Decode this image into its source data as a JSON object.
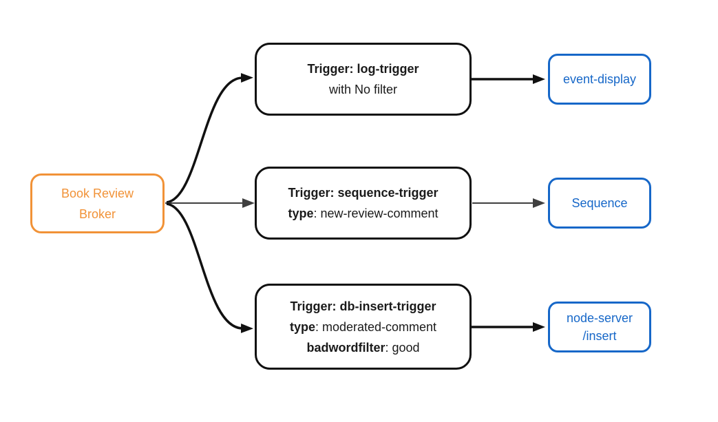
{
  "broker": {
    "lines": [
      "Book Review",
      "Broker"
    ]
  },
  "rows": [
    {
      "trigger": {
        "title": "Trigger: log-trigger",
        "details": [
          {
            "key": "",
            "value": "with No filter"
          }
        ]
      },
      "sink": {
        "lines": [
          "event-display",
          ""
        ]
      }
    },
    {
      "trigger": {
        "title": "Trigger: sequence-trigger",
        "details": [
          {
            "key": "type",
            "value": ": new-review-comment"
          }
        ]
      },
      "sink": {
        "lines": [
          "Sequence",
          ""
        ]
      }
    },
    {
      "trigger": {
        "title": "Trigger: db-insert-trigger",
        "details": [
          {
            "key": "type",
            "value": ": moderated-comment"
          },
          {
            "key": "badwordfilter",
            "value": ": good"
          }
        ]
      },
      "sink": {
        "lines": [
          "node-server",
          "/insert"
        ]
      }
    }
  ],
  "edges": [
    {
      "from": "Book Review Broker",
      "to": "Trigger: log-trigger",
      "style": "curved-thick-black"
    },
    {
      "from": "Book Review Broker",
      "to": "Trigger: sequence-trigger",
      "style": "straight-thin-gray"
    },
    {
      "from": "Book Review Broker",
      "to": "Trigger: db-insert-trigger",
      "style": "curved-thick-black"
    },
    {
      "from": "Trigger: log-trigger",
      "to": "event-display",
      "style": "straight-thick-black"
    },
    {
      "from": "Trigger: sequence-trigger",
      "to": "Sequence",
      "style": "straight-thin-gray"
    },
    {
      "from": "Trigger: db-insert-trigger",
      "to": "node-server /insert",
      "style": "straight-thick-black"
    }
  ],
  "colors": {
    "broker_accent": "#F19237",
    "sink_accent": "#1667C8",
    "trigger_border": "#101010",
    "text_dark": "#1A1A1A",
    "edge_black": "#111111",
    "edge_gray": "#3F3F3F",
    "background": "#FFFFFF"
  }
}
